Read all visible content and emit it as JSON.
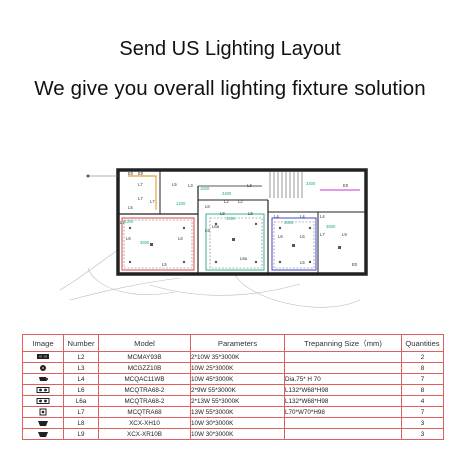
{
  "header": {
    "title": "Send US Lighting Layout",
    "subtitle": "We give you overall lighting fixture solution"
  },
  "plan": {
    "labels": [
      "E0",
      "E0",
      "L7",
      "L7",
      "L5",
      "L7",
      "L8",
      "L9",
      "L5",
      "L7",
      "E0",
      "L3",
      "L3",
      "L8",
      "L6a",
      "L6",
      "L6",
      "L8",
      "L2",
      "L2",
      "L6",
      "L6",
      "L4",
      "L4",
      "L4",
      "L7",
      "L6a",
      "L9",
      "L5",
      "E0",
      "L5",
      "1300",
      "3600",
      "1200",
      "3400",
      "3400",
      "3400",
      "1500",
      "3600",
      "3600"
    ]
  },
  "table": {
    "headers": [
      "Image",
      "Number",
      "Model",
      "Parameters",
      "Trepanning Size（mm)",
      "Quantities"
    ],
    "rows": [
      {
        "icon": "recessed-box-icon",
        "number": "L2",
        "model": "MCMAY93B",
        "params": "2*10W 35*3000K",
        "size": "",
        "qty": "2"
      },
      {
        "icon": "spotlight-icon",
        "number": "L3",
        "model": "MCGZZ10B",
        "params": "10W 25*3000K",
        "size": "",
        "qty": "8"
      },
      {
        "icon": "wall-washer-icon",
        "number": "L4",
        "model": "MCQAC11WB",
        "params": "10W 45*3000K",
        "size": "Dia.75*  H 70",
        "qty": "7"
      },
      {
        "icon": "double-downlight-icon",
        "number": "L6",
        "model": "MCQTRA68-2",
        "params": "2*9W 55*3000K",
        "size": "L132*W68*H98",
        "qty": "8"
      },
      {
        "icon": "double-downlight-icon",
        "number": "L6a",
        "model": "MCQTRA68-2",
        "params": "2*13W 55*3000K",
        "size": "L132*W68*H98",
        "qty": "4"
      },
      {
        "icon": "square-downlight-icon",
        "number": "L7",
        "model": "MCQTRA68",
        "params": "13W 55*3000K",
        "size": "L70*W70*H98",
        "qty": "7"
      },
      {
        "icon": "cylinder-light-icon",
        "number": "L8",
        "model": "XCX-XH10",
        "params": "10W 30*3000K",
        "size": "",
        "qty": "3"
      },
      {
        "icon": "cylinder-light-icon",
        "number": "L9",
        "model": "XCX-XR10B",
        "params": "10W 30*3000K",
        "size": "",
        "qty": "3"
      }
    ]
  }
}
